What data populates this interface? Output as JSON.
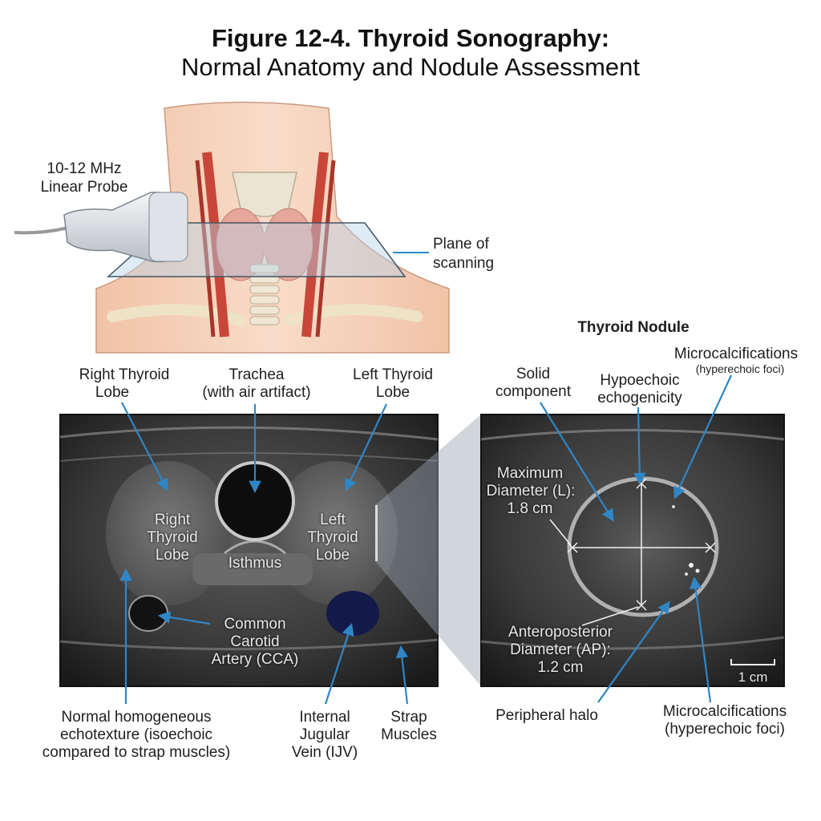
{
  "figure": {
    "title_line1": "Figure 12-4. Thyroid Sonography:",
    "title_line2": "Normal Anatomy and Nodule Assessment"
  },
  "probe": {
    "label_line1": "10-12 MHz",
    "label_line2": "Linear Probe",
    "plane_line1": "Plane of",
    "plane_line2": "scanning"
  },
  "transverse": {
    "top_labels": {
      "right_lobe_line1": "Right Thyroid",
      "right_lobe_line2": "Lobe",
      "trachea_line1": "Trachea",
      "trachea_line2": "(with air artifact)",
      "left_lobe_line1": "Left Thyroid",
      "left_lobe_line2": "Lobe"
    },
    "inner_labels": {
      "right_lobe": [
        "Right",
        "Thyroid",
        "Lobe"
      ],
      "left_lobe": [
        "Left",
        "Thyroid",
        "Lobe"
      ],
      "isthmus": "Isthmus",
      "cca": [
        "Common",
        "Carotid",
        "Artery (CCA)"
      ]
    },
    "bottom_labels": {
      "echotexture": [
        "Normal homogeneous",
        "echotexture (isoechoic",
        "compared to strap muscles)"
      ],
      "ijv": [
        "Internal",
        "Jugular",
        "Vein (IJV)"
      ],
      "strap": [
        "Strap",
        "Muscles"
      ]
    }
  },
  "nodule": {
    "title": "Thyroid Nodule",
    "solid_component": [
      "Solid",
      "component"
    ],
    "hypoechoic": [
      "Hypoechoic",
      "echogenicity"
    ],
    "microcalc_top": "Microcalcifications",
    "microcalc_top_sub": "(hyperechoic foci)",
    "max_diameter": [
      "Maximum",
      "Diameter (L):",
      "1.8 cm"
    ],
    "ap_diameter": [
      "Anteroposterior",
      "Diameter (AP):",
      "1.2 cm"
    ],
    "scale_bar": "1 cm",
    "peripheral_halo": "Peripheral halo",
    "microcalc_bottom": [
      "Microcalcifications",
      "(hyperechoic foci)"
    ]
  },
  "colors": {
    "arrow": "#2f86c6",
    "ultrasound_bg": "#2a2a2a",
    "artery": "#c8473a",
    "thyroid": "#e7a69a",
    "skin": "#f6d7c2"
  }
}
